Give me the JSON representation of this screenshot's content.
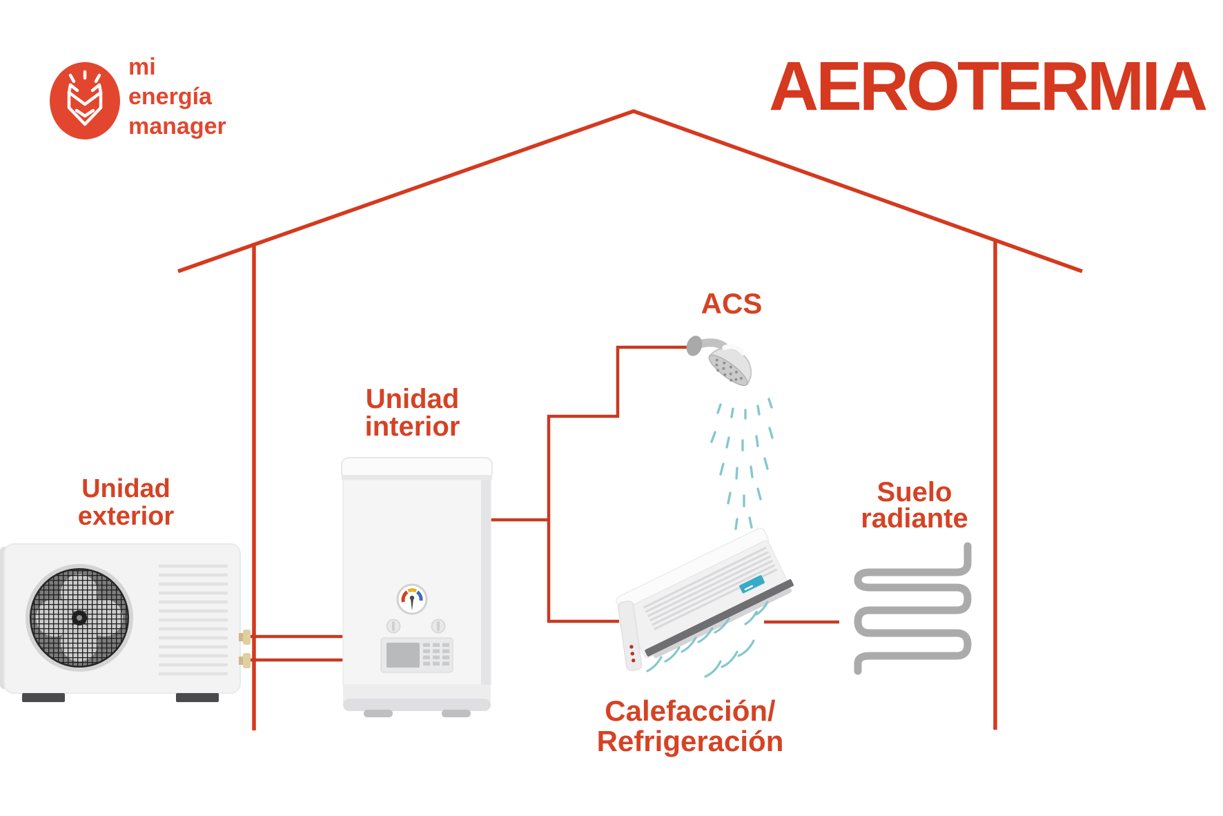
{
  "colors": {
    "brand_red": "#d5391f",
    "label_red": "#d54224",
    "logo_red": "#e2462e",
    "pipe_red": "#c73a22",
    "water_teal": "#85c7cf",
    "display_teal": "#38abc6",
    "coil_gray": "#ababab"
  },
  "logo": {
    "text": "mi\nenergía\nmanager"
  },
  "title": "AEROTERMIA",
  "labels": {
    "outdoor_unit": "Unidad\nexterior",
    "indoor_unit": "Unidad\ninterior",
    "acs": "ACS",
    "heating_cooling": "Calefacción/\nRefrigeración",
    "radiant_floor": "Suelo\nradiante"
  },
  "icons": {
    "logo": "fox-envelope-logo",
    "outdoor": "outdoor-heat-pump-unit",
    "indoor": "indoor-hydronic-unit",
    "acs": "shower-head-with-spray",
    "heating_cooling": "wall-split-ac-unit",
    "radiant_floor": "radiant-floor-coil"
  }
}
